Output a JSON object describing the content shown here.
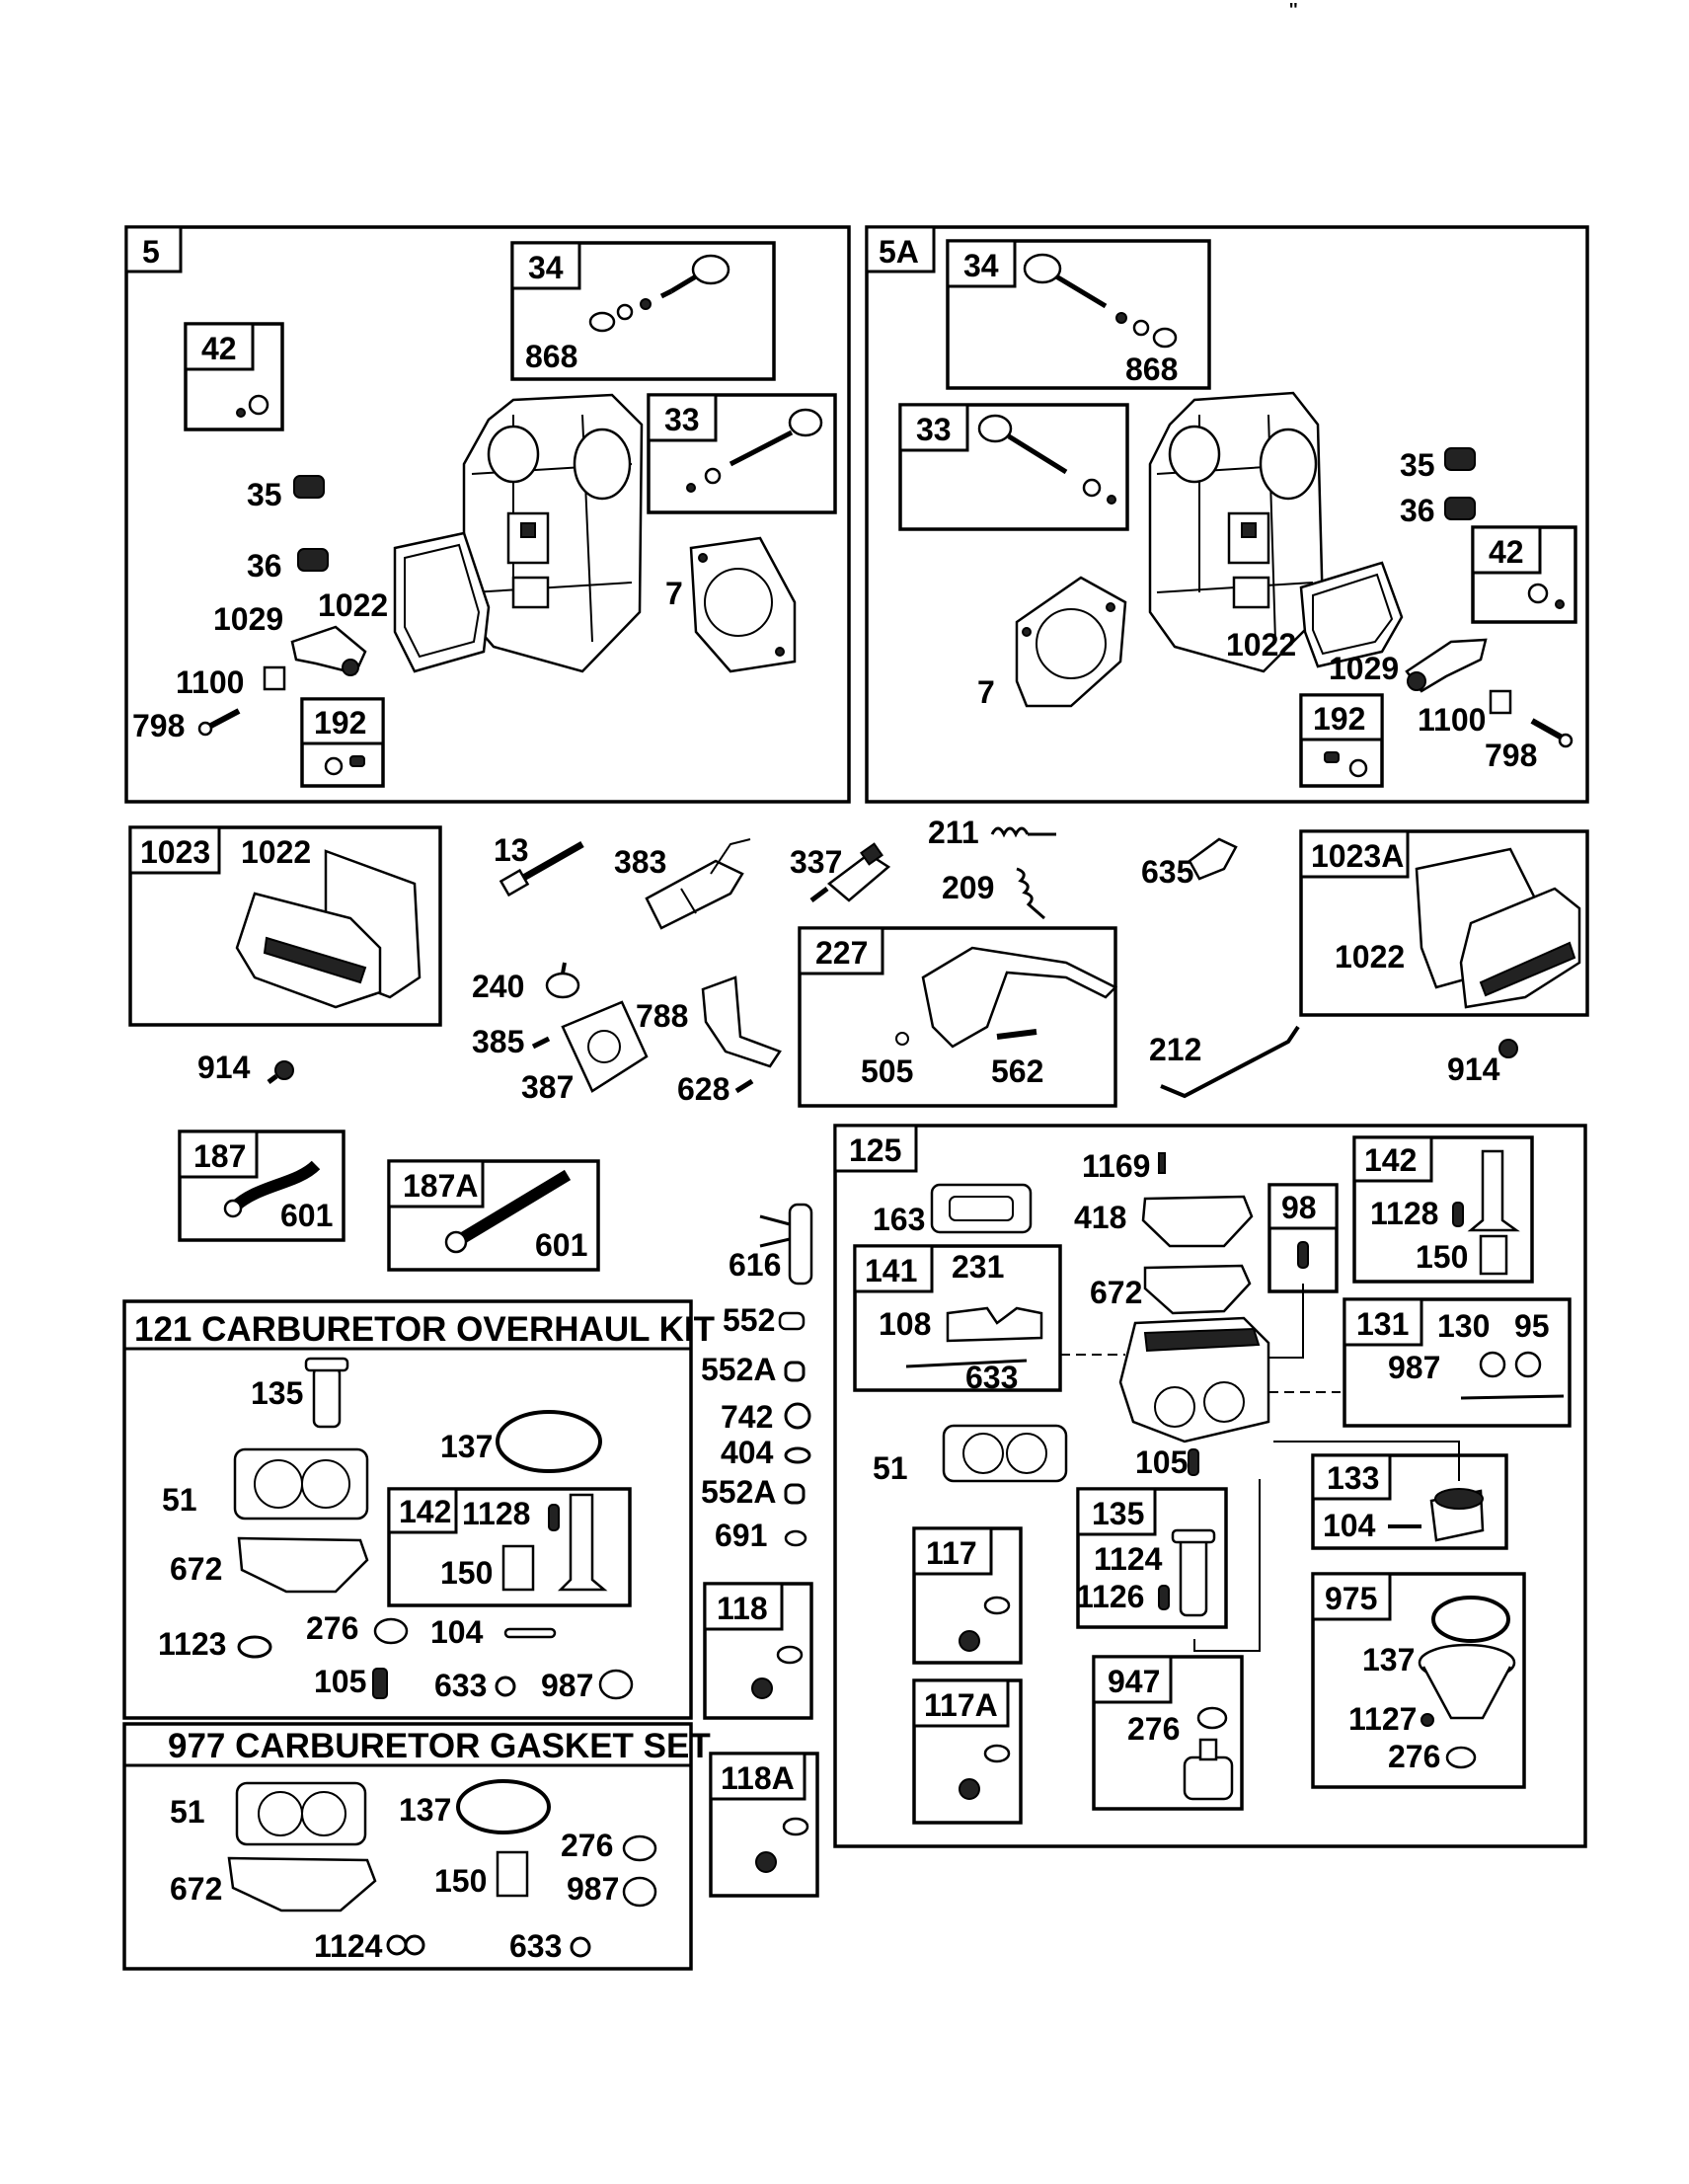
{
  "corner_mark": "''",
  "panels": {
    "p5": "5",
    "p5A": "5A",
    "p1023": "1023",
    "p1023A": "1023A",
    "p227": "227",
    "p187": "187",
    "p187A": "187A",
    "p125": "125",
    "p118": "118",
    "p118A": "118A",
    "p117": "117",
    "p117A": "117A",
    "p141": "141",
    "p142a": "142",
    "p142b": "142",
    "p98": "98",
    "p131": "131",
    "p133": "133",
    "p135": "135",
    "p947": "947",
    "p975": "975",
    "p34a": "34",
    "p34b": "34",
    "p33a": "33",
    "p33b": "33",
    "p42a": "42",
    "p42b": "42",
    "p192a": "192",
    "p192b": "192"
  },
  "kits": {
    "overhaul": "121 CARBURETOR OVERHAUL KIT",
    "gasket": "977 CARBURETOR GASKET SET"
  },
  "labels": {
    "a_868": "868",
    "a_35": "35",
    "a_36": "36",
    "a_1029": "1029",
    "a_1022": "1022",
    "a_7": "7",
    "a_1100": "1100",
    "a_798": "798",
    "b_868": "868",
    "b_35": "35",
    "b_36": "36",
    "b_1022": "1022",
    "b_7": "7",
    "b_1029": "1029",
    "b_1100": "1100",
    "b_798": "798",
    "c_1022": "1022",
    "c_914": "914",
    "c_13": "13",
    "c_383": "383",
    "c_337": "337",
    "c_211": "211",
    "c_209": "209",
    "c_635": "635",
    "c_240": "240",
    "c_385": "385",
    "c_387": "387",
    "c_788": "788",
    "c_628": "628",
    "c_505": "505",
    "c_562": "562",
    "c_212": "212",
    "d_1022": "1022",
    "d_914": "914",
    "e_601": "601",
    "f_601": "601",
    "g_616": "616",
    "g_552": "552",
    "g_552A": "552A",
    "g_742": "742",
    "g_404": "404",
    "g_552A2": "552A",
    "g_691": "691",
    "k_135": "135",
    "k_137": "137",
    "k_51": "51",
    "k_672": "672",
    "k_1128": "1128",
    "k_150": "150",
    "k_1123": "1123",
    "k_276": "276",
    "k_104": "104",
    "k_105": "105",
    "k_633": "633",
    "k_987": "987",
    "s_51": "51",
    "s_137": "137",
    "s_276": "276",
    "s_672": "672",
    "s_150": "150",
    "s_987": "987",
    "s_1124": "1124",
    "s_633": "633",
    "m_1169": "1169",
    "m_163": "163",
    "m_418": "418",
    "m_672": "672",
    "m_1128": "1128",
    "m_150": "150",
    "m_231": "231",
    "m_108": "108",
    "m_633": "633",
    "m_130": "130",
    "m_95": "95",
    "m_987": "987",
    "m_51": "51",
    "m_105": "105",
    "m_104": "104",
    "m_1124": "1124",
    "m_1126": "1126",
    "m_137": "137",
    "m_1127": "1127",
    "m_276a": "276",
    "m_276b": "276"
  }
}
